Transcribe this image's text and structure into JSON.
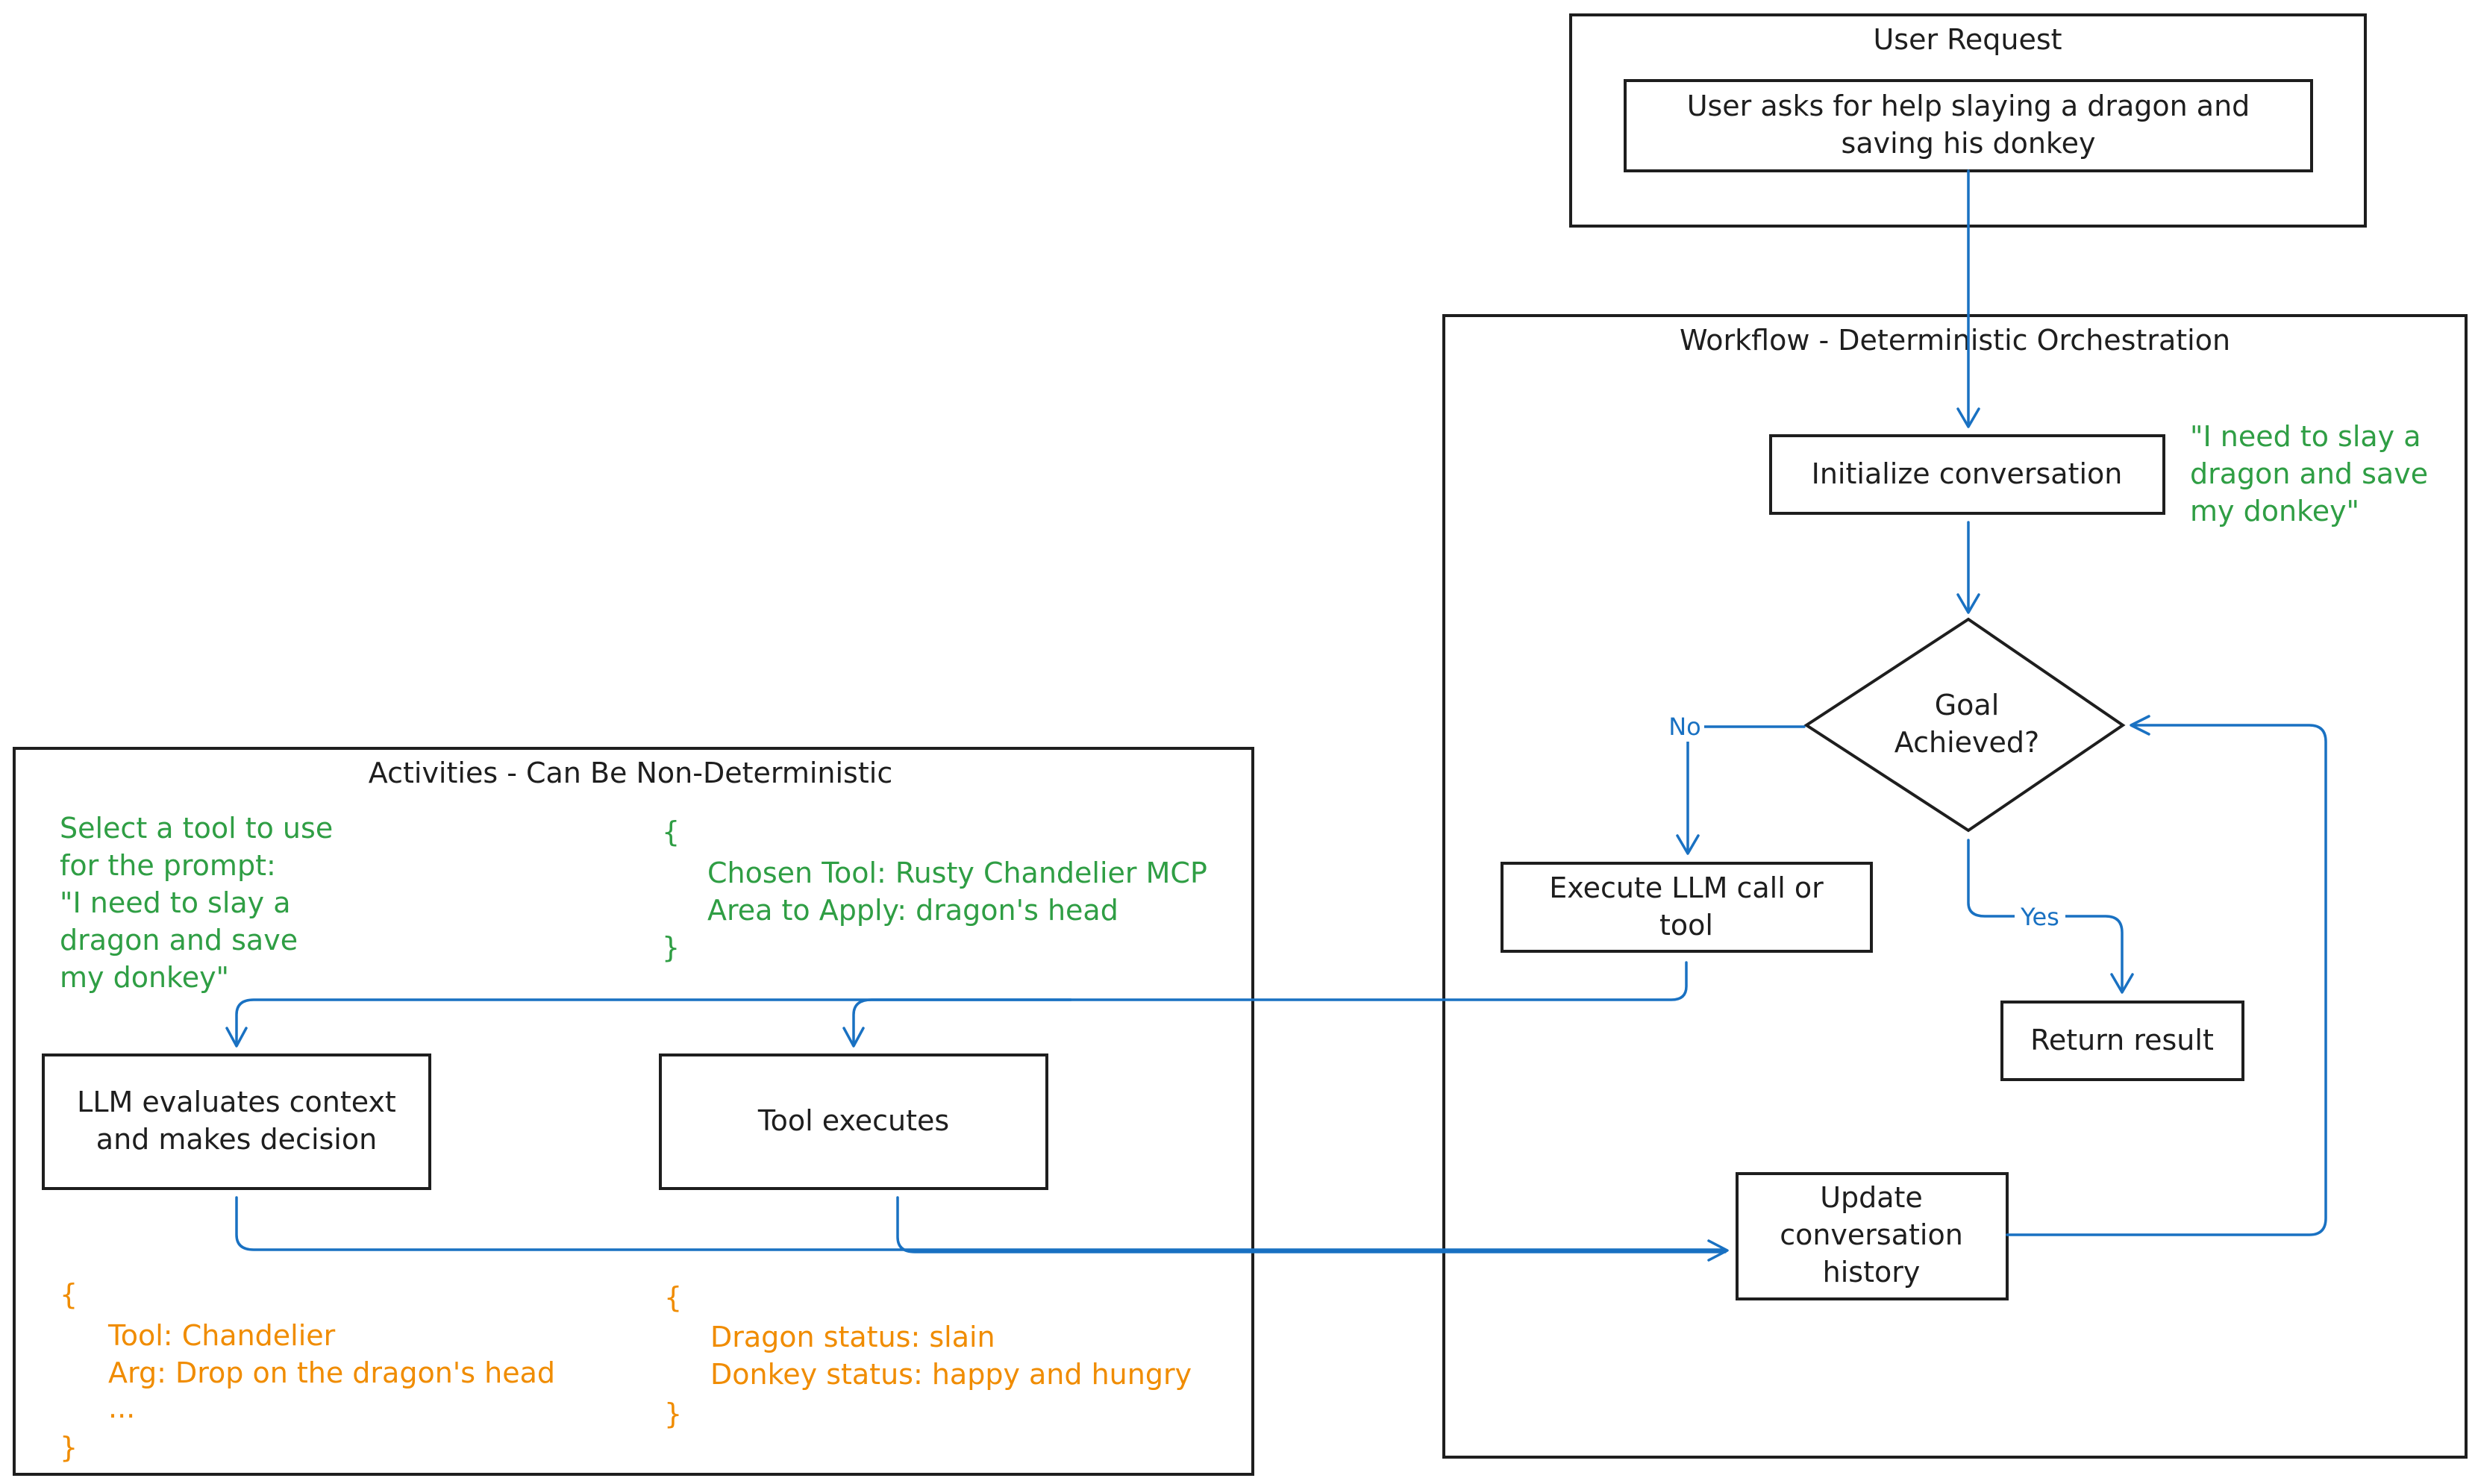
{
  "containers": {
    "user_request": "User Request",
    "workflow": "Workflow - Deterministic Orchestration",
    "activities": "Activities - Can Be Non-Deterministic"
  },
  "nodes": {
    "user_asks": [
      "User asks for help slaying a dragon and",
      "saving his donkey"
    ],
    "init_conversation": [
      "Initialize conversation"
    ],
    "goal_achieved": [
      "Goal",
      "Achieved?"
    ],
    "execute_llm": [
      "Execute LLM call or",
      "tool"
    ],
    "return_result": [
      "Return result"
    ],
    "update_history": [
      "Update",
      "conversation",
      "history"
    ],
    "llm_evaluates": [
      "LLM evaluates context",
      "and makes decision"
    ],
    "tool_executes": [
      "Tool executes"
    ]
  },
  "edge_labels": {
    "no": "No",
    "yes": "Yes"
  },
  "annotations": {
    "init_quote": [
      "\"I need to slay a",
      "dragon and save",
      "my donkey\""
    ],
    "select_tool_prompt": [
      "Select a tool to use",
      "for the prompt:",
      "\"I need to slay a",
      "dragon and save",
      "my donkey\""
    ],
    "chosen_tool_json": [
      "{",
      "Chosen Tool: Rusty Chandelier MCP",
      "Area to Apply: dragon's head",
      "}"
    ],
    "llm_output_json": [
      "{",
      "Tool: Chandelier",
      "Arg: Drop on the dragon's head",
      "...",
      "}"
    ],
    "tool_output_json": [
      "{",
      "Dragon status: slain",
      "Donkey status: happy and hungry",
      "}"
    ]
  },
  "colors": {
    "stroke": "#1e1e1e",
    "arrow": "#1971c2",
    "green_note": "#2f9e44",
    "orange_note": "#f08c00"
  }
}
